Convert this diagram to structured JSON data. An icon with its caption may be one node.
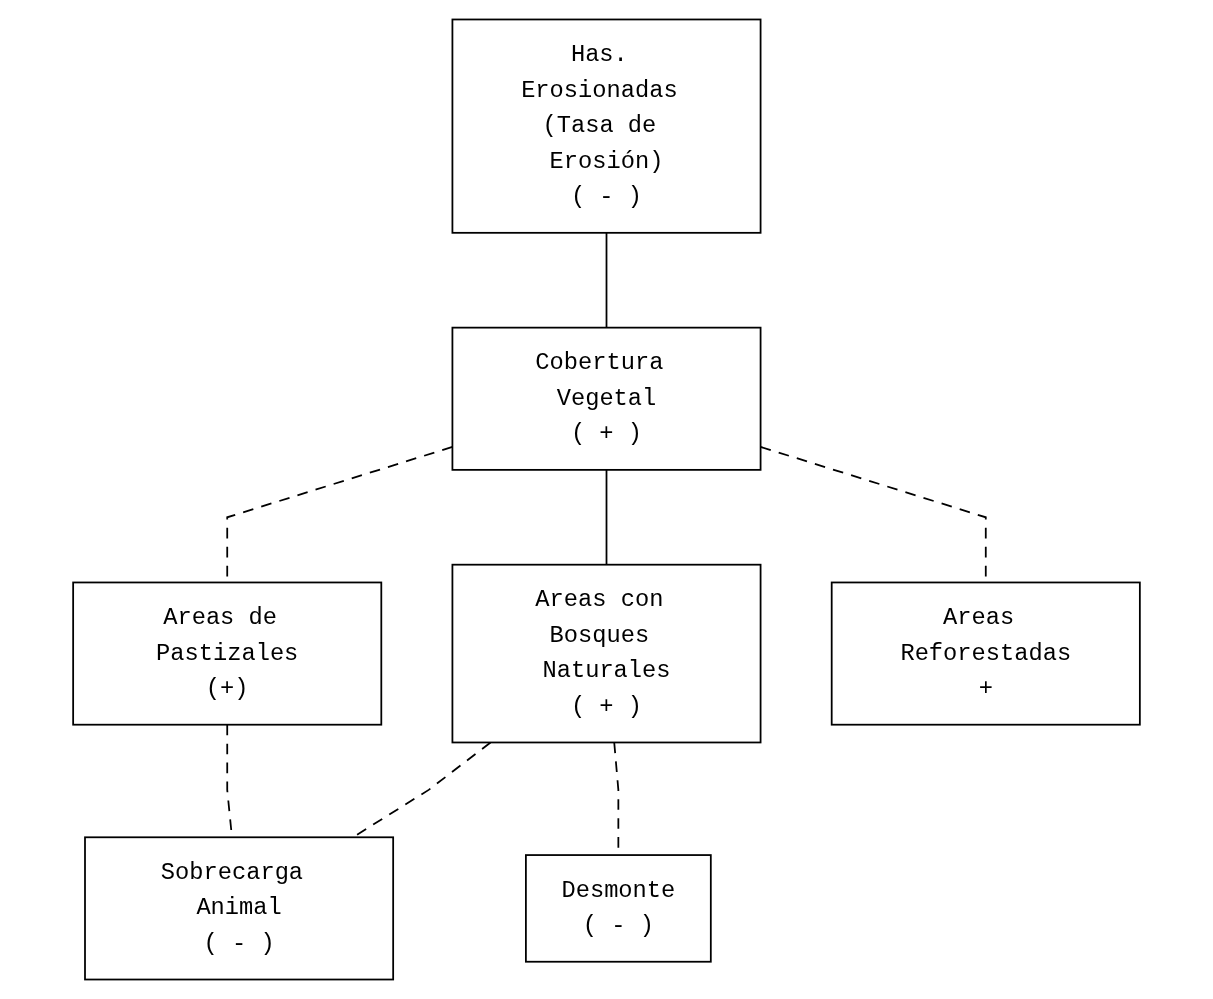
{
  "diagram": {
    "nodes": [
      {
        "text": [
          "Has. Erosionadas (Tasa de Erosión)",
          "( - )"
        ]
      },
      {
        "text": [
          "Cobertura Vegetal",
          "( + )"
        ]
      },
      {
        "text": [
          "Areas de Pastizales",
          "(+)"
        ]
      },
      {
        "text": [
          "Areas con Bosques Naturales",
          "( + )"
        ]
      },
      {
        "text": [
          "Areas Reforestadas",
          "+"
        ]
      },
      {
        "text": [
          "Sobrecarga Animal",
          "( - )"
        ]
      },
      {
        "text": [
          "Desmonte",
          "( - )"
        ]
      }
    ],
    "edges": [
      {
        "from": 0,
        "to": 1,
        "arrow": "none"
      },
      {
        "from": 1,
        "to": 2,
        "arrow": "none",
        "style": "dashed"
      },
      {
        "from": 1,
        "to": 3,
        "arrow": "none"
      },
      {
        "from": 1,
        "to": 4,
        "arrow": "none",
        "style": "dashed"
      },
      {
        "from": 2,
        "to": 5,
        "arrow": "none",
        "style": "dashed"
      },
      {
        "from": 3,
        "to": 5,
        "arrow": "none",
        "style": "dashed"
      },
      {
        "from": 3,
        "to": 6,
        "arrow": "none",
        "style": "dashed"
      }
    ]
  }
}
